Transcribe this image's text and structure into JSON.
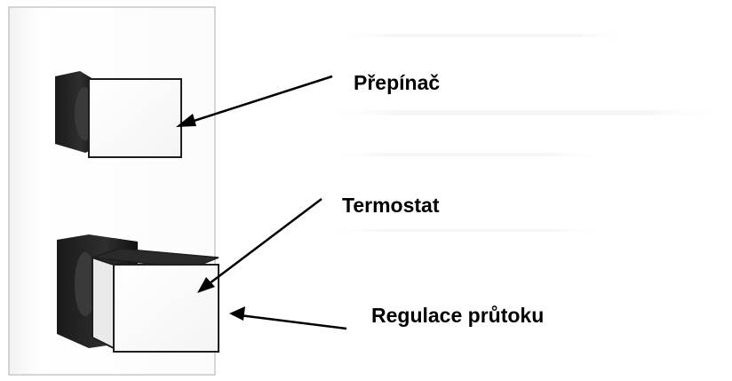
{
  "labels": {
    "switch": "Přepínač",
    "thermostat": "Termostat",
    "flow_control": "Regulace průtoku"
  },
  "colors": {
    "background": "#ffffff",
    "plate_fill": "#fafafa",
    "plate_stroke": "#c8c8c8",
    "knob_dark": "#242424",
    "knob_face": "#ffffff",
    "arrow": "#000000",
    "text": "#000000"
  }
}
